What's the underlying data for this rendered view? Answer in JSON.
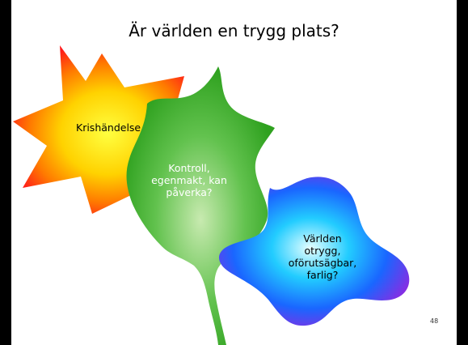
{
  "slide": {
    "title": "Är världen en trygg plats?",
    "shapes": [
      {
        "icon": "explosion-star-shape",
        "label": "Krishändelse",
        "colors": [
          "#ffff40",
          "#ffcc00",
          "#ff6600",
          "#ff1a1a"
        ]
      },
      {
        "icon": "wavy-leaf-shape",
        "label": "Kontroll,\negenmakt, kan\npåverka?",
        "colors": [
          "#c8eab0",
          "#5cc04a",
          "#2fa11f"
        ]
      },
      {
        "icon": "wavy-blob-shape",
        "label": "Världen\notrygg,\noförutsägbar,\nfarlig?",
        "colors": [
          "#e8ffff",
          "#00ccff",
          "#1a66ff",
          "#8a2be2"
        ]
      }
    ],
    "page_number": "48"
  }
}
